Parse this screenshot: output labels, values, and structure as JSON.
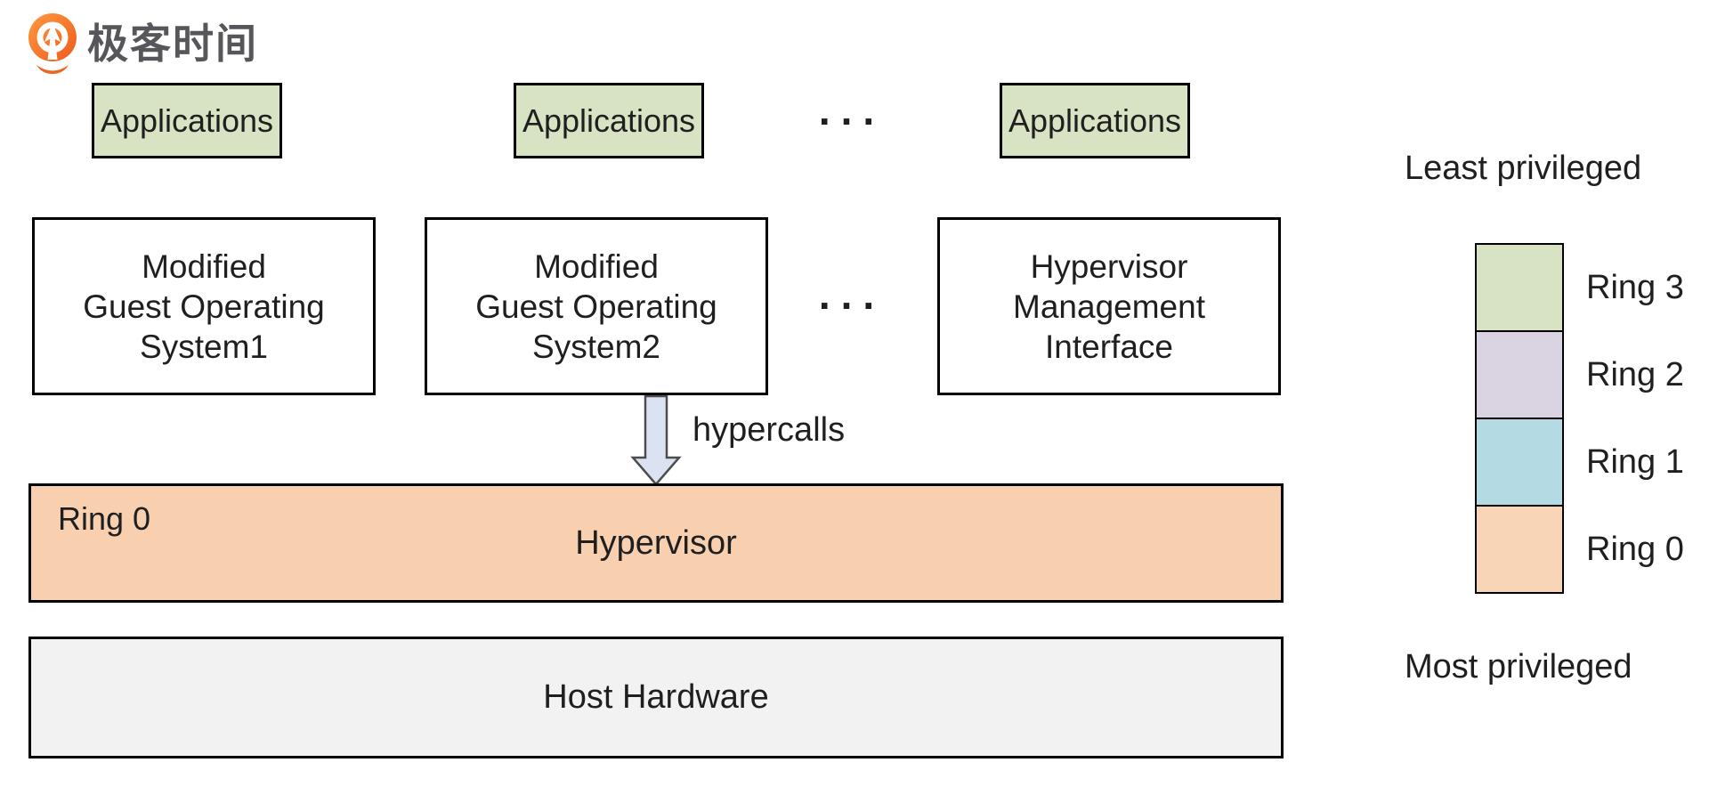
{
  "logo": {
    "brand": "极客时间",
    "icon": "geektime-pin-icon",
    "icon_color": "#f2641e"
  },
  "colors": {
    "app_box_green": "#d7e3c3",
    "box_border": "#000000",
    "text": "#1f1f1f",
    "logo_text_gray": "#57565a"
  },
  "top_row": {
    "app_boxes": [
      "Applications",
      "Applications",
      "Applications"
    ],
    "ellipsis": "..."
  },
  "middle_row": {
    "boxes": [
      {
        "line1": "Modified",
        "line2": "Guest Operating",
        "line3": "System1"
      },
      {
        "line1": "Modified",
        "line2": "Guest Operating",
        "line3": "System2"
      },
      {
        "line1": "Hypervisor",
        "line2": "Management",
        "line3": "Interface"
      }
    ],
    "ellipsis": "..."
  },
  "arrow": {
    "label": "hypercalls",
    "fill": "#dbe3f2",
    "stroke": "#4d4d4d"
  },
  "hypervisor_bar": {
    "ring_label": "Ring 0",
    "title": "Hypervisor",
    "fill": "#f8d0b0"
  },
  "hardware_bar": {
    "title": "Host Hardware",
    "fill": "#f2f2f2"
  },
  "legend": {
    "top_label": "Least privileged",
    "bottom_label": "Most privileged",
    "rings": [
      {
        "label": "Ring 3",
        "color": "#d7e3c3"
      },
      {
        "label": "Ring 2",
        "color": "#d9d3e2"
      },
      {
        "label": "Ring 1",
        "color": "#b4dae4"
      },
      {
        "label": "Ring 0",
        "color": "#f9d5b7"
      }
    ]
  }
}
